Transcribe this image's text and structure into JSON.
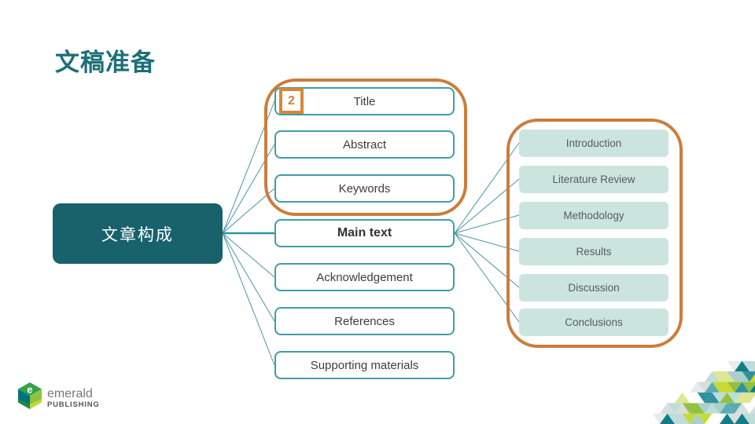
{
  "slide": {
    "title": "文稿准备",
    "badge": "2",
    "left_node": {
      "label": "文章构成"
    },
    "middle_nodes": [
      "Title",
      "Abstract",
      "Keywords",
      "Main text",
      "Acknowledgement",
      "References",
      "Supporting materials"
    ],
    "right_nodes": [
      "Introduction",
      "Literature Review",
      "Methodology",
      "Results",
      "Discussion",
      "Conclusions"
    ],
    "logo": {
      "brand": "emerald",
      "sub": "PUBLISHING"
    },
    "colors": {
      "title_teal": "#1d6f77",
      "node_teal_dark": "#17626b",
      "box_border_teal": "#3e9ea8",
      "group_orange": "#cb7d3b",
      "badge_orange": "#d8863a",
      "mint_fill": "#cbe5de",
      "connector_line": "#4a93a5"
    }
  }
}
